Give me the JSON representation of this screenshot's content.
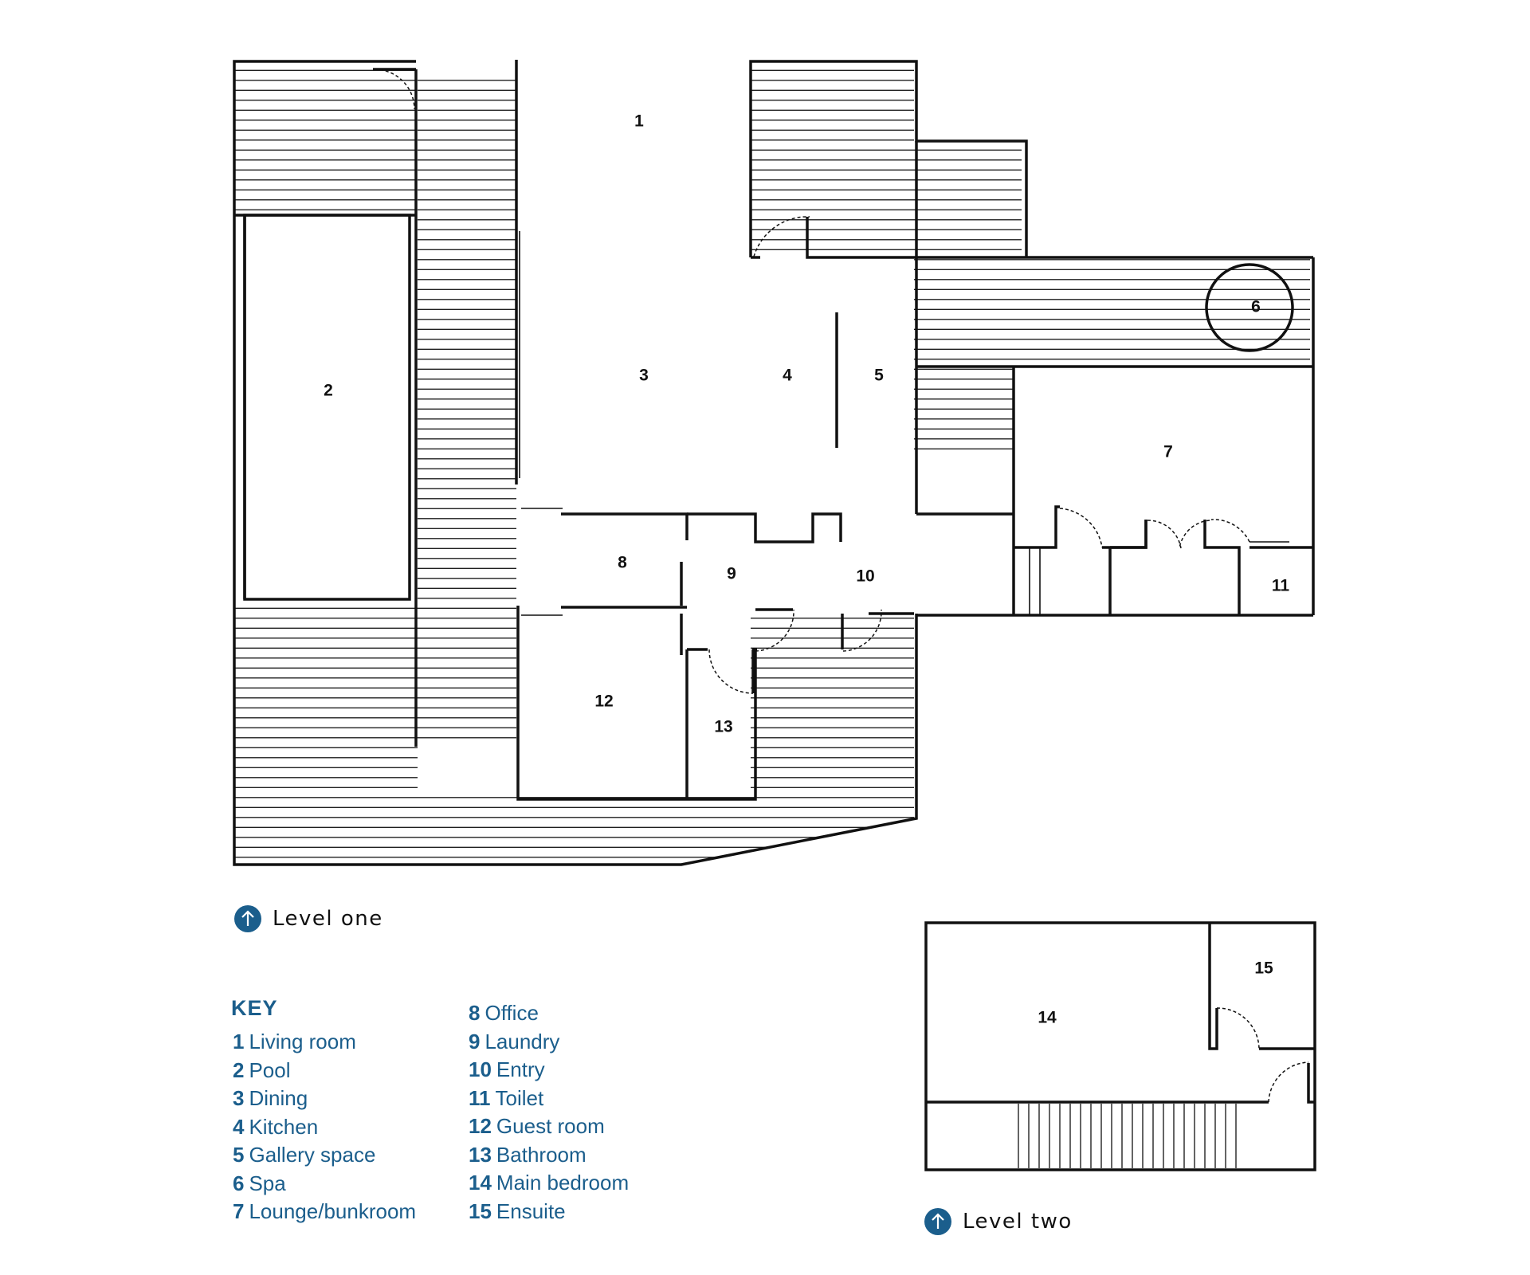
{
  "colors": {
    "accent": "#1b5e8c",
    "line": "#111111"
  },
  "rooms": {
    "r1": "1",
    "r2": "2",
    "r3": "3",
    "r4": "4",
    "r5": "5",
    "r6": "6",
    "r7": "7",
    "r8": "8",
    "r9": "9",
    "r10": "10",
    "r11": "11",
    "r12": "12",
    "r13": "13",
    "r14": "14",
    "r15": "15"
  },
  "levels": {
    "one": {
      "label": "Level one",
      "icon": "north-arrow-icon"
    },
    "two": {
      "label": "Level two",
      "icon": "north-arrow-icon"
    }
  },
  "key": {
    "title": "KEY",
    "items": [
      {
        "num": "1",
        "name": "Living room"
      },
      {
        "num": "2",
        "name": "Pool"
      },
      {
        "num": "3",
        "name": "Dining"
      },
      {
        "num": "4",
        "name": "Kitchen"
      },
      {
        "num": "5",
        "name": "Gallery space"
      },
      {
        "num": "6",
        "name": "Spa"
      },
      {
        "num": "7",
        "name": "Lounge/bunkroom"
      },
      {
        "num": "8",
        "name": "Office"
      },
      {
        "num": "9",
        "name": "Laundry"
      },
      {
        "num": "10",
        "name": "Entry"
      },
      {
        "num": "11",
        "name": "Toilet"
      },
      {
        "num": "12",
        "name": "Guest room"
      },
      {
        "num": "13",
        "name": "Bathroom"
      },
      {
        "num": "14",
        "name": "Main bedroom"
      },
      {
        "num": "15",
        "name": "Ensuite"
      }
    ]
  }
}
